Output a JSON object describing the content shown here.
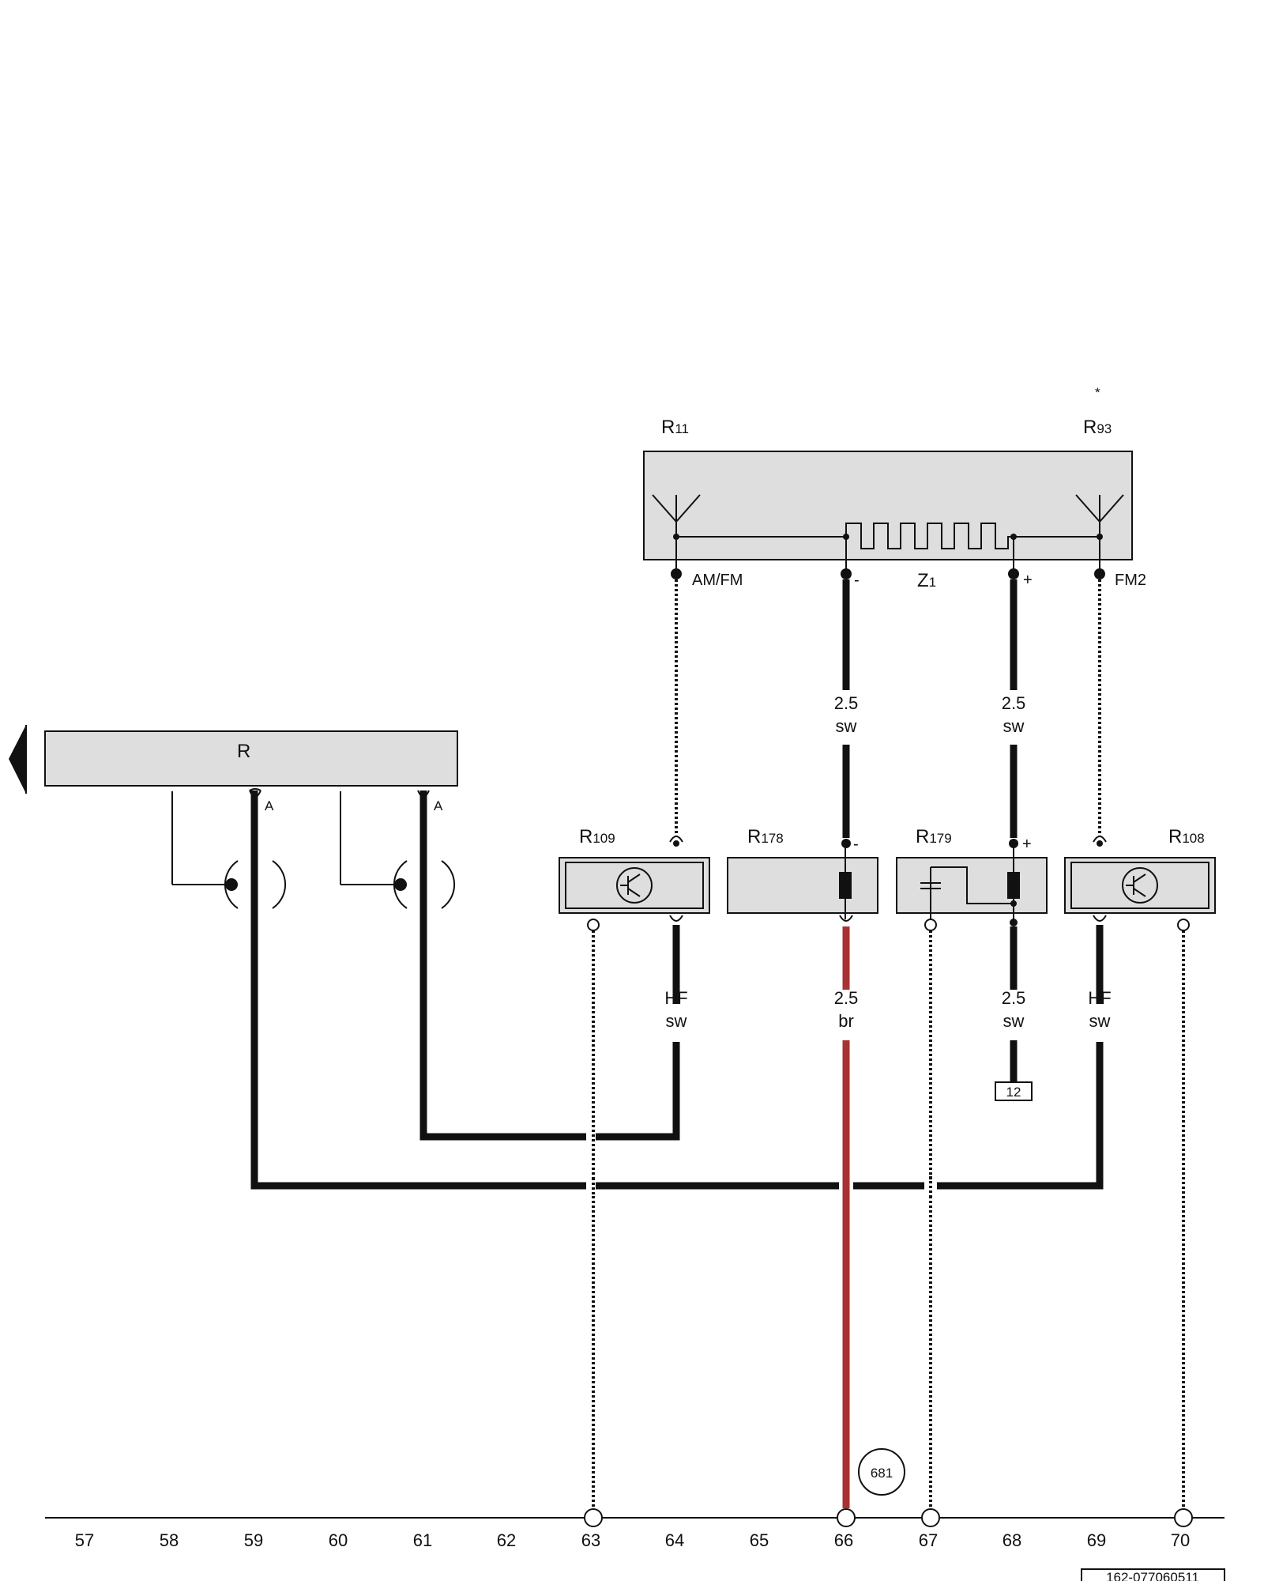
{
  "components": {
    "R": {
      "label": "R",
      "pins": [
        "A",
        "A"
      ]
    },
    "R11": {
      "main": "R",
      "sub": "11"
    },
    "R93": {
      "main": "R",
      "sub": "93",
      "star": "*"
    },
    "Z1": {
      "main": "Z",
      "sub": "1"
    },
    "R109": {
      "main": "R",
      "sub": "109"
    },
    "R178": {
      "main": "R",
      "sub": "178"
    },
    "R179": {
      "main": "R",
      "sub": "179"
    },
    "R108": {
      "main": "R",
      "sub": "108"
    }
  },
  "pin_labels": {
    "am_fm": "AM/FM",
    "fm2": "FM2",
    "minus": "-",
    "plus": "+"
  },
  "wires": [
    {
      "size": "2.5",
      "color": "sw"
    },
    {
      "size": "2.5",
      "color": "sw"
    },
    {
      "size": "HF",
      "color": "sw"
    },
    {
      "size": "2.5",
      "color": "br",
      "color_hex": "#a83232"
    },
    {
      "size": "2.5",
      "color": "sw"
    },
    {
      "size": "HF",
      "color": "sw"
    }
  ],
  "connector_12": "12",
  "ground_point": "681",
  "columns": [
    "57",
    "58",
    "59",
    "60",
    "61",
    "62",
    "63",
    "64",
    "65",
    "66",
    "67",
    "68",
    "69",
    "70"
  ],
  "document_code": "162-077060511"
}
